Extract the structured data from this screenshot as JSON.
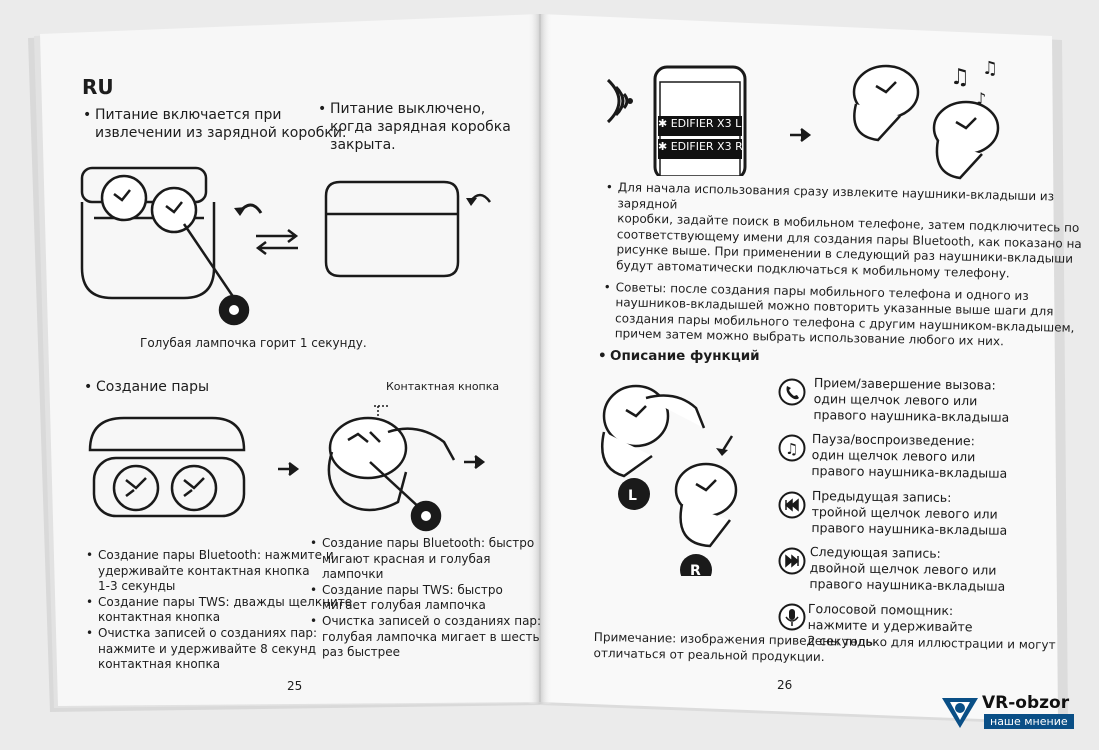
{
  "left_page": {
    "lang_heading": "RU",
    "power_on": [
      "Питание включается при",
      "извлечении из зарядной коробки."
    ],
    "power_off": [
      "Питание выключено,",
      "когда зарядная коробка",
      "закрыта."
    ],
    "blue_lamp_caption": "Голубая лампочка горит 1 секунду.",
    "pairing_heading": "Создание пары",
    "contact_button_label": "Контактная кнопка",
    "col1": [
      [
        "Создание пары Bluetooth: нажмите и",
        "удерживайте контактная кнопка",
        "1-3 секунды"
      ],
      [
        "Создание пары TWS: дважды щелкните",
        "контактная кнопка"
      ],
      [
        "Очистка записей о созданиях пар:",
        "нажмите и удерживайте 8 секунд",
        "контактная кнопка"
      ]
    ],
    "col2": [
      [
        "Создание пары Bluetooth: быстро",
        "мигают красная и голубая",
        "лампочки"
      ],
      [
        "Создание пары TWS: быстро",
        "мигает голубая лампочка"
      ],
      [
        "Очистка записей о созданиях пар:",
        "голубая лампочка мигает в шесть",
        "раз быстрее"
      ]
    ],
    "page_number": "25"
  },
  "right_page": {
    "device_1": "EDIFIER X3 L",
    "device_2": "EDIFIER X3 R",
    "para1": [
      "Для начала использования сразу извлеките наушники-вкладыши из зарядной",
      "коробки, задайте поиск в мобильном телефоне, затем подключитесь по",
      "соответствующему имени для создания пары Bluetooth, как показано на",
      "рисунке выше. При применении в следующий раз наушники-вкладыши",
      "будут автоматически подключаться к мобильному телефону."
    ],
    "para2": [
      "Советы: после создания пары мобильного телефона и одного из",
      "наушников-вкладышей можно повторить указанные выше шаги для",
      "создания пары мобильного телефона с другим наушником-вкладышем,",
      "причем затем можно выбрать использование любого их них."
    ],
    "functions_heading": "Описание функций",
    "badge_left": "L",
    "badge_right": "R",
    "functions": [
      {
        "icon": "phone-icon",
        "lines": [
          "Прием/завершение вызова:",
          "один щелчок левого или",
          "правого наушника-вкладыша"
        ]
      },
      {
        "icon": "music-note-icon",
        "lines": [
          "Пауза/воспроизведение:",
          "один щелчок левого или",
          "правого наушника-вкладыша"
        ]
      },
      {
        "icon": "previous-track-icon",
        "lines": [
          "Предыдущая запись:",
          "тройной щелчок левого или",
          "правого наушника-вкладыша"
        ]
      },
      {
        "icon": "next-track-icon",
        "lines": [
          "Следующая запись:",
          "двойной щелчок левого или",
          "правого наушника-вкладыша"
        ]
      },
      {
        "icon": "microphone-icon",
        "lines": [
          "Голосовой помощник:",
          "нажмите и удерживайте",
          "2 секунды"
        ]
      }
    ],
    "note": [
      "Примечание: изображения приведены только для иллюстрации и могут",
      "отличаться от реальной продукции."
    ],
    "page_number": "26"
  },
  "watermark": {
    "title": "VR-obzor",
    "subtitle": "наше мнение"
  }
}
